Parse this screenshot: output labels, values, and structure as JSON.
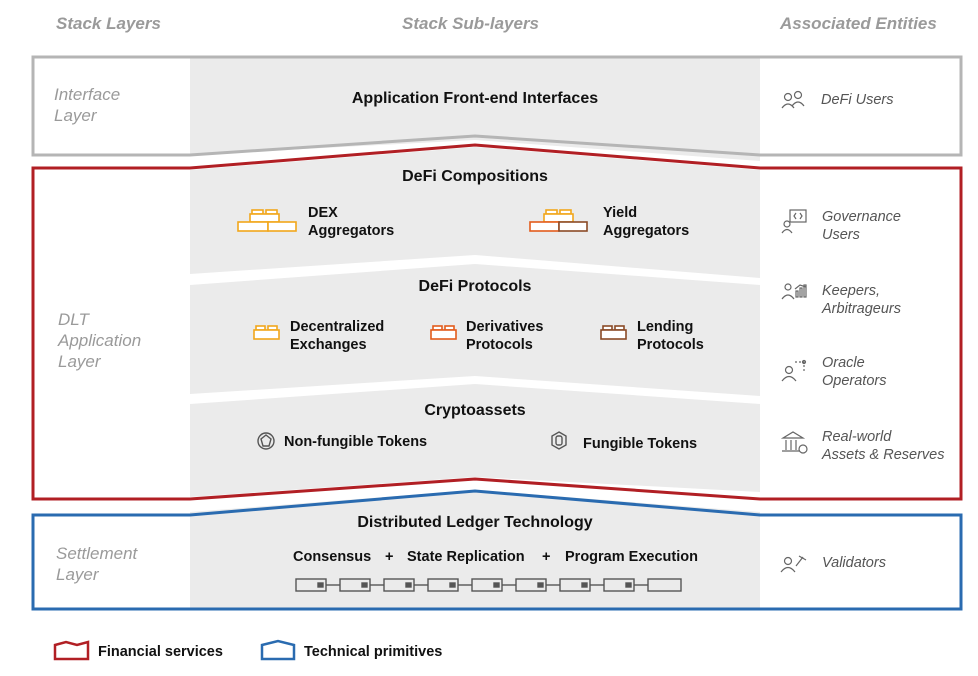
{
  "headers": {
    "stack_layers": "Stack Layers",
    "stack_sublayers": "Stack Sub-layers",
    "associated_entities": "Associated Entities"
  },
  "layers": {
    "interface": "Interface\nLayer",
    "dlt_application": "DLT\nApplication\nLayer",
    "settlement": "Settlement\nLayer"
  },
  "sublayers": {
    "frontend": "Application Front-end Interfaces",
    "compositions": {
      "title": "DeFi Compositions",
      "dex": "DEX\nAggregators",
      "yield": "Yield\nAggregators"
    },
    "protocols": {
      "title": "DeFi Protocols",
      "exchanges": "Decentralized\nExchanges",
      "derivatives": "Derivatives\nProtocols",
      "lending": "Lending\nProtocols"
    },
    "cryptoassets": {
      "title": "Cryptoassets",
      "nft": "Non-fungible Tokens",
      "fungible": "Fungible Tokens"
    },
    "dlt": {
      "title": "Distributed Ledger Technology",
      "consensus": "Consensus",
      "plus": "+",
      "replication": "State Replication",
      "execution": "Program Execution"
    }
  },
  "entities": {
    "defi_users": "DeFi Users",
    "governance": "Governance\nUsers",
    "keepers": "Keepers,\nArbitrageurs",
    "oracle": "Oracle\nOperators",
    "realworld": "Real-world\nAssets & Reserves",
    "validators": "Validators"
  },
  "legend": {
    "financial": "Financial services",
    "technical": "Technical primitives"
  },
  "colors": {
    "financial_red": "#b11f24",
    "technical_blue": "#2a6bb0",
    "interface_gray": "#b5b5b5",
    "panel_gray": "#ebebeb",
    "brick_yellow": "#f2a71b",
    "brick_orange": "#e35b1c",
    "brick_brown": "#8a4a26"
  }
}
